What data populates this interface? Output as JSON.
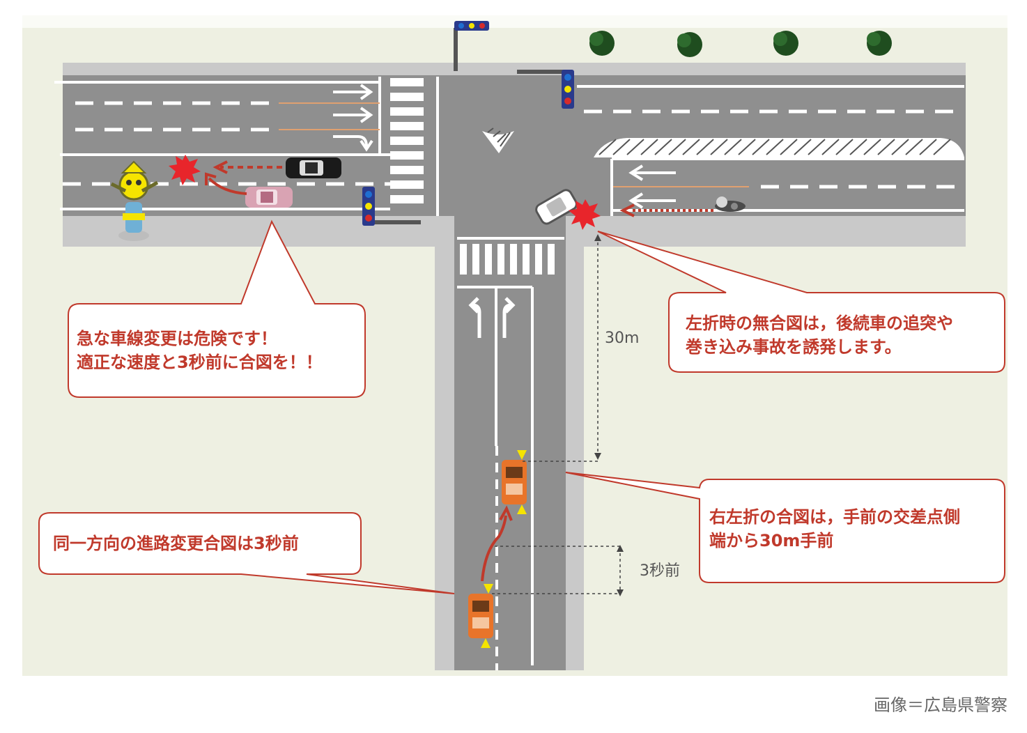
{
  "diagram": {
    "callouts": {
      "lane_change": {
        "line1": "急な車線変更は危険です！",
        "line2": "適正な速度と3秒前に合図を！！"
      },
      "left_turn": {
        "line1": "左折時の無合図は，後続車の追突や",
        "line2": "巻き込み事故を誘発します。"
      },
      "turn_signal": {
        "line1": "右左折の合図は，手前の交差点側",
        "line2": "端から30m手前"
      },
      "same_direction": {
        "line1": "同一方向の進路変更合図は3秒前"
      }
    },
    "distances": {
      "thirty_m": "30m",
      "three_sec": "3秒前"
    },
    "colors": {
      "background": "#eef0e2",
      "road": "#8f8f8f",
      "sidewalk": "#c9c9c9",
      "marking": "#ffffff",
      "accent_red": "#c0392b",
      "car_orange": "#e8742a",
      "signal_yellow": "#f5e400"
    }
  },
  "credit": "画像＝広島県警察"
}
